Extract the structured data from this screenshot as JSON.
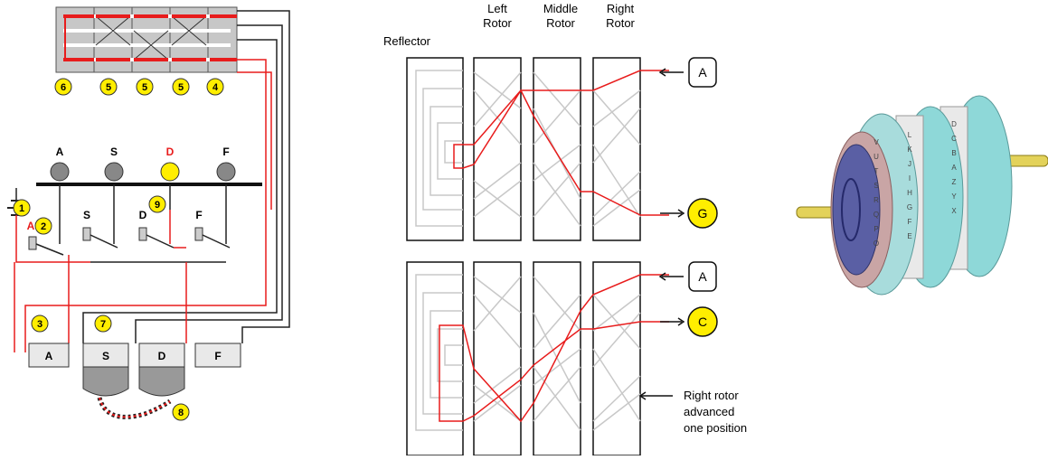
{
  "wiring_diagram": {
    "lamp_labels": [
      "A",
      "S",
      "D",
      "F"
    ],
    "lit_lamp_color": "#ffee00",
    "switch_labels": [
      "A",
      "S",
      "D",
      "F"
    ],
    "key_labels": [
      "A",
      "S",
      "D",
      "F"
    ],
    "step_markers": [
      "1",
      "2",
      "3",
      "4",
      "5",
      "5",
      "5",
      "6",
      "7",
      "8",
      "9"
    ],
    "path_color": "#e81c1c"
  },
  "rotor_diagram": {
    "column_headers": {
      "reflector": "Reflector",
      "left_rotor": "Left\nRotor",
      "middle_rotor": "Middle\nRotor",
      "right_rotor": "Right\nRotor"
    },
    "top_case": {
      "input_letter": "A",
      "output_letter": "G"
    },
    "bottom_case": {
      "input_letter": "A",
      "output_letter": "C"
    },
    "annotation": "Right rotor\nadvanced\none position",
    "output_circle_color": "#ffee00"
  },
  "rotor_illustration": {
    "visible_letters": [
      "V",
      "U",
      "T",
      "S",
      "R",
      "Q",
      "P",
      "O",
      "L",
      "K",
      "J",
      "I",
      "H",
      "G",
      "F",
      "E",
      "D",
      "C",
      "B",
      "A",
      "Z",
      "Y",
      "X"
    ]
  }
}
